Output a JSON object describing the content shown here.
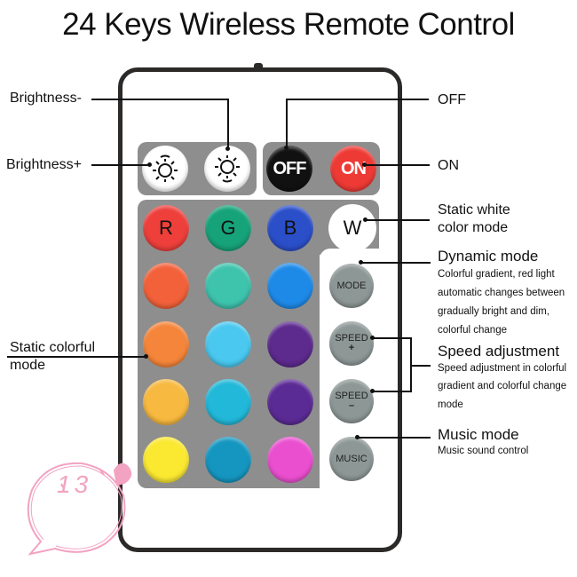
{
  "title": "24 Keys Wireless Remote Control",
  "buttons": {
    "brightness_up": {
      "icon": "sun-up-icon",
      "color": "#ffffff"
    },
    "brightness_down": {
      "icon": "sun-down-icon",
      "color": "#ffffff"
    },
    "off": {
      "label": "OFF",
      "color": "#111111",
      "text_color": "#ffffff"
    },
    "on": {
      "label": "ON",
      "color": "#ee3a35",
      "text_color": "#ffffff"
    },
    "r": {
      "label": "R",
      "color": "#ee3f3b"
    },
    "g": {
      "label": "G",
      "color": "#17a37a"
    },
    "b": {
      "label": "B",
      "color": "#2b4fc9"
    },
    "w": {
      "label": "W",
      "color": "#ffffff"
    },
    "mode": {
      "label": "MODE",
      "color": "#8d9796"
    },
    "speed_up": {
      "label": "SPEED",
      "sub": "+",
      "color": "#8d9796"
    },
    "speed_down": {
      "label": "SPEED",
      "sub": "–",
      "color": "#8d9796"
    },
    "music": {
      "label": "MUSIC",
      "color": "#8d9796"
    }
  },
  "color_grid": [
    [
      "#f2613a",
      "#3ec3ad",
      "#1e8ae8"
    ],
    [
      "#f5853a",
      "#4ac8ef",
      "#5d2a8e"
    ],
    [
      "#f7b93f",
      "#22b8d9",
      "#5b2b95"
    ],
    [
      "#fbe831",
      "#1596c0",
      "#ea4fcf"
    ]
  ],
  "annotations": {
    "brightness_minus": "Brightness-",
    "brightness_plus": "Brightness+",
    "off": "OFF",
    "on": "ON",
    "static_white_1": "Static white",
    "static_white_2": "color mode",
    "dynamic_title": "Dynamic mode",
    "dynamic_desc": [
      "Colorful gradient, red light",
      "automatic changes between",
      "gradually bright and dim,",
      "colorful change"
    ],
    "speed_title": "Speed adjustment",
    "speed_desc": [
      "Speed adjustment in colorful",
      "gradient and colorful change",
      "mode"
    ],
    "music_title": "Music mode",
    "music_desc": [
      "Music sound control"
    ],
    "static_colorful_1": "Static colorful",
    "static_colorful_2": "mode"
  },
  "watermark": {
    "text": "13",
    "color": "#f2a3c2",
    "icon": "speech-bubble-heart-icon"
  }
}
